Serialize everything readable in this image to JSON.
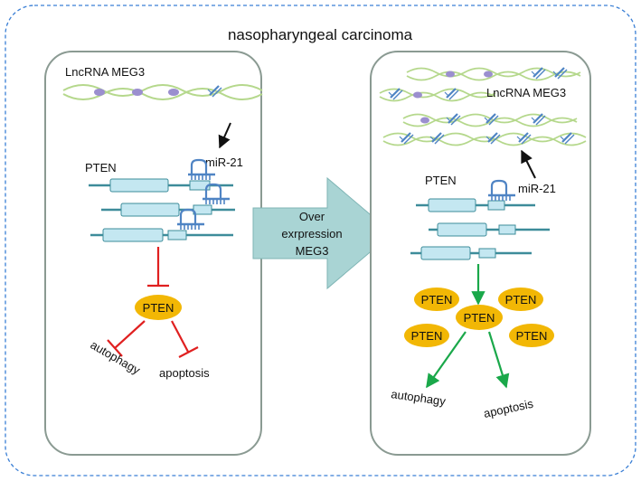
{
  "title": "nasopharyngeal carcinoma",
  "left_panel": {
    "lncrna_label": "LncRNA MEG3",
    "mir_label": "miR-21",
    "pten_gene_label": "PTEN",
    "pten_protein_label": "PTEN",
    "outcomes": [
      "autophagy",
      "apoptosis"
    ]
  },
  "arrow": {
    "lines": [
      "Over",
      "exrpression",
      "MEG3"
    ]
  },
  "right_panel": {
    "lncrna_label": "LncRNA MEG3",
    "mir_label": "miR-21",
    "pten_gene_label": "PTEN",
    "pten_proteins": [
      "PTEN",
      "PTEN",
      "PTEN",
      "PTEN",
      "PTEN"
    ],
    "outcomes": [
      "autophagy",
      "apoptosis"
    ]
  },
  "colors": {
    "outer_border": "#3a7fd5",
    "cell_border": "#8a9a92",
    "rna_strand": "#b5d88c",
    "rna_node": "#9b8fcf",
    "gene_line": "#3d8c9a",
    "gene_box": "#c4e7f1",
    "gene_box_border": "#3d8c9a",
    "mirna": "#4f84c4",
    "pten_fill": "#f2b705",
    "inhibit": "#e02020",
    "activate": "#1aa84a",
    "big_arrow": "#a9d4d4",
    "big_arrow_border": "#7fb5b5"
  }
}
